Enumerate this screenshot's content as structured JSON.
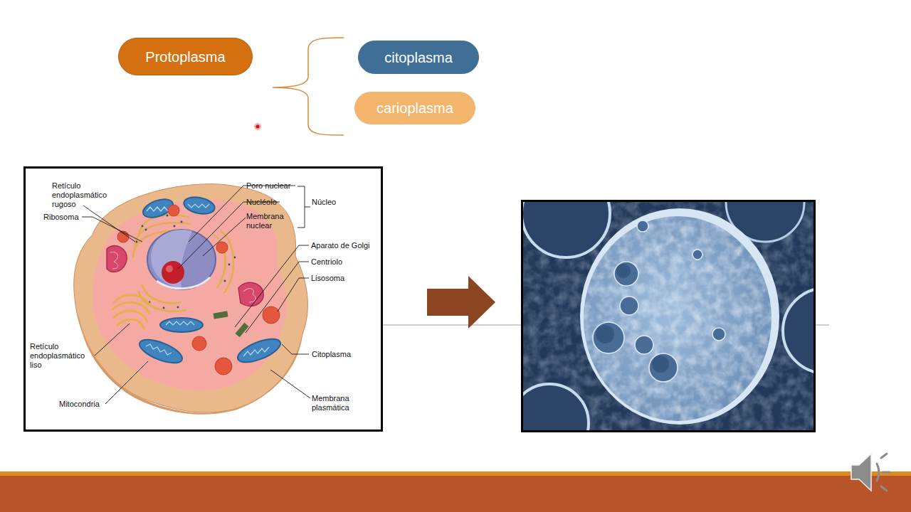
{
  "diagram": {
    "nodes": [
      {
        "text": [
          "Protoplasma"
        ]
      },
      {
        "text": [
          "citoplasma"
        ]
      },
      {
        "text": [
          "carioplasma"
        ]
      }
    ],
    "labels": [
      "Retículo endoplasmático rugoso",
      "Ribosoma",
      "Poro nuclear",
      "Nucléolo",
      "Membrana nuclear",
      "Núcleo",
      "Aparato de Golgi",
      "Centriolo",
      "Lisosoma",
      "Retículo endoplasmático liso",
      "Citoplasma",
      "Mitocondria",
      "Membrana plasmática"
    ]
  }
}
